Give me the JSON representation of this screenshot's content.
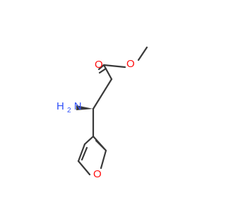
{
  "colors": {
    "bond": "#3a3a3a",
    "oxygen": "#ff0d0d",
    "nitrogen": "#3050f8",
    "background": "#ffffff"
  },
  "molecule": {
    "labels": {
      "carbonyl_oxygen": "O",
      "ester_oxygen": "O",
      "amine_n": "N",
      "amine_h2": "H",
      "amine_sub": "2",
      "furan_oxygen": "O"
    }
  }
}
